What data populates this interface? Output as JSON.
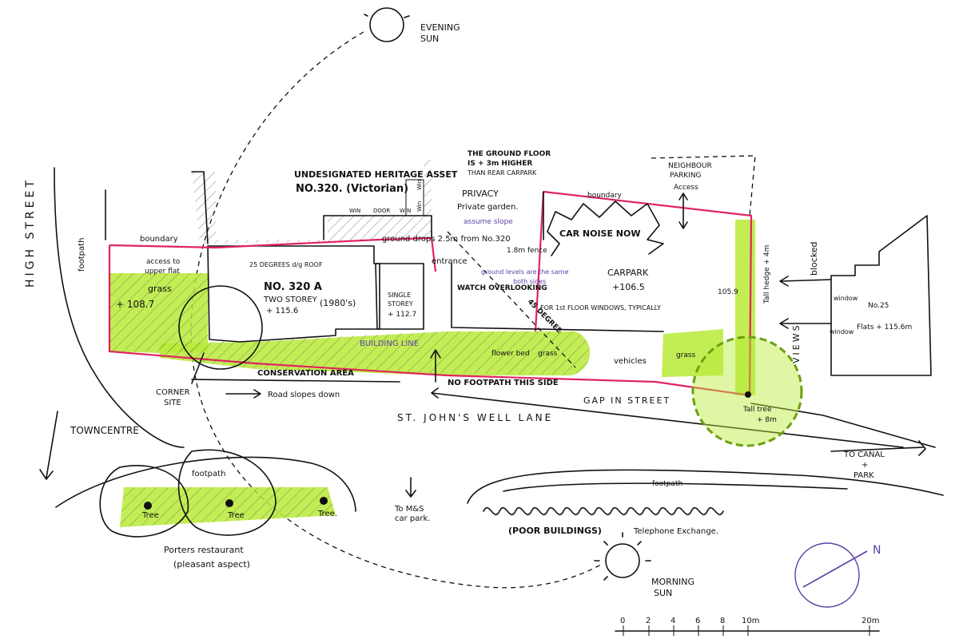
{
  "labels": {
    "evening_sun": [
      "EVENING",
      "SUN"
    ],
    "morning_sun": [
      "MORNING",
      "SUN"
    ],
    "high_street": "HIGH STREET",
    "footpath_left": "footpath",
    "boundary_left": "boundary",
    "access_flat": [
      "access to",
      "upper flat"
    ],
    "grass_left": "grass",
    "level_grass": "+ 108.7",
    "heritage_title": "UNDESIGNATED HERITAGE ASSET",
    "heritage_no": "NO.320. (Victorian)",
    "ground_floor_note": [
      "THE GROUND FLOOR",
      "IS + 3m HIGHER",
      "THAN REAR CARPARK"
    ],
    "win1": "WIN",
    "door": "DOOR",
    "win2": "WIN",
    "win3": "Win",
    "win4": "Win",
    "privacy": "PRIVACY",
    "private_garden": "Private garden.",
    "assume_slope": "assume slope",
    "ground_drops": "ground drops 2.5m from No.320",
    "fence": "1.8m fence",
    "degrees_roof": "25 DEGREES d/g ROOF",
    "no320a": "NO. 320 A",
    "two_storey": "TWO STOREY",
    "level_320a": "+ 115.6",
    "era": "(1980's)",
    "single_storey": [
      "SINGLE",
      "STOREY"
    ],
    "level_single": "+ 112.7",
    "entrance": "entrance",
    "ground_levels": [
      "ground levels are the same",
      "both sides"
    ],
    "watch_overlooking": "WATCH OVERLOOKING",
    "degree_45": "45 DEGREE",
    "first_floor_note": "FOR 1st FLOOR WINDOWS, TYPICALLY",
    "boundary_top": "boundary",
    "car_noise": "CAR NOISE NOW",
    "carpark": "CARPARK",
    "level_carpark": "+106.5",
    "neighbour_parking": [
      "NEIGHBOUR",
      "PARKING"
    ],
    "access": "Access",
    "level_1059": "105.9",
    "tall_hedge": "Tall hedge + 4m",
    "blocked": "blocked",
    "views": "VIEWS",
    "window1": "window",
    "window2": "window",
    "no25": "No.25",
    "flats": "Flats + 115.6m",
    "building_line": "BUILDING LINE",
    "flower_bed": "flower bed",
    "grass_mid": "grass",
    "vehicles": "vehicles",
    "grass_right": "grass",
    "conservation": "CONSERVATION AREA",
    "no_footpath": "NO FOOTPATH THIS SIDE",
    "corner_site": [
      "CORNER",
      "SITE"
    ],
    "road_slopes": "Road slopes down",
    "gap_street": "GAP IN STREET",
    "tall_tree": [
      "Tall tree",
      "+ 8m"
    ],
    "st_johns": "ST. JOHN'S WELL LANE",
    "towncentre": "TOWNCENTRE",
    "footpath_bottom": "footpath",
    "tree1": "Tree",
    "tree2": "Tree",
    "tree3": "Tree.",
    "porters": "Porters restaurant",
    "pleasant": "(pleasant aspect)",
    "to_ms": [
      "To M&S",
      "car park."
    ],
    "to_canal": [
      "TO CANAL",
      "+",
      "PARK"
    ],
    "footpath_right": "footpath",
    "poor_buildings": "(POOR BUILDINGS)",
    "telephone": "Telephone Exchange.",
    "north": "N"
  },
  "scale": {
    "ticks": [
      "0",
      "2",
      "4",
      "6",
      "8",
      "10m",
      "20m"
    ]
  },
  "colors": {
    "site_boundary": "#e0245e",
    "green_space": "#b7ea36",
    "ink": "#111111",
    "annotation_purple": "#5b3fa8"
  }
}
